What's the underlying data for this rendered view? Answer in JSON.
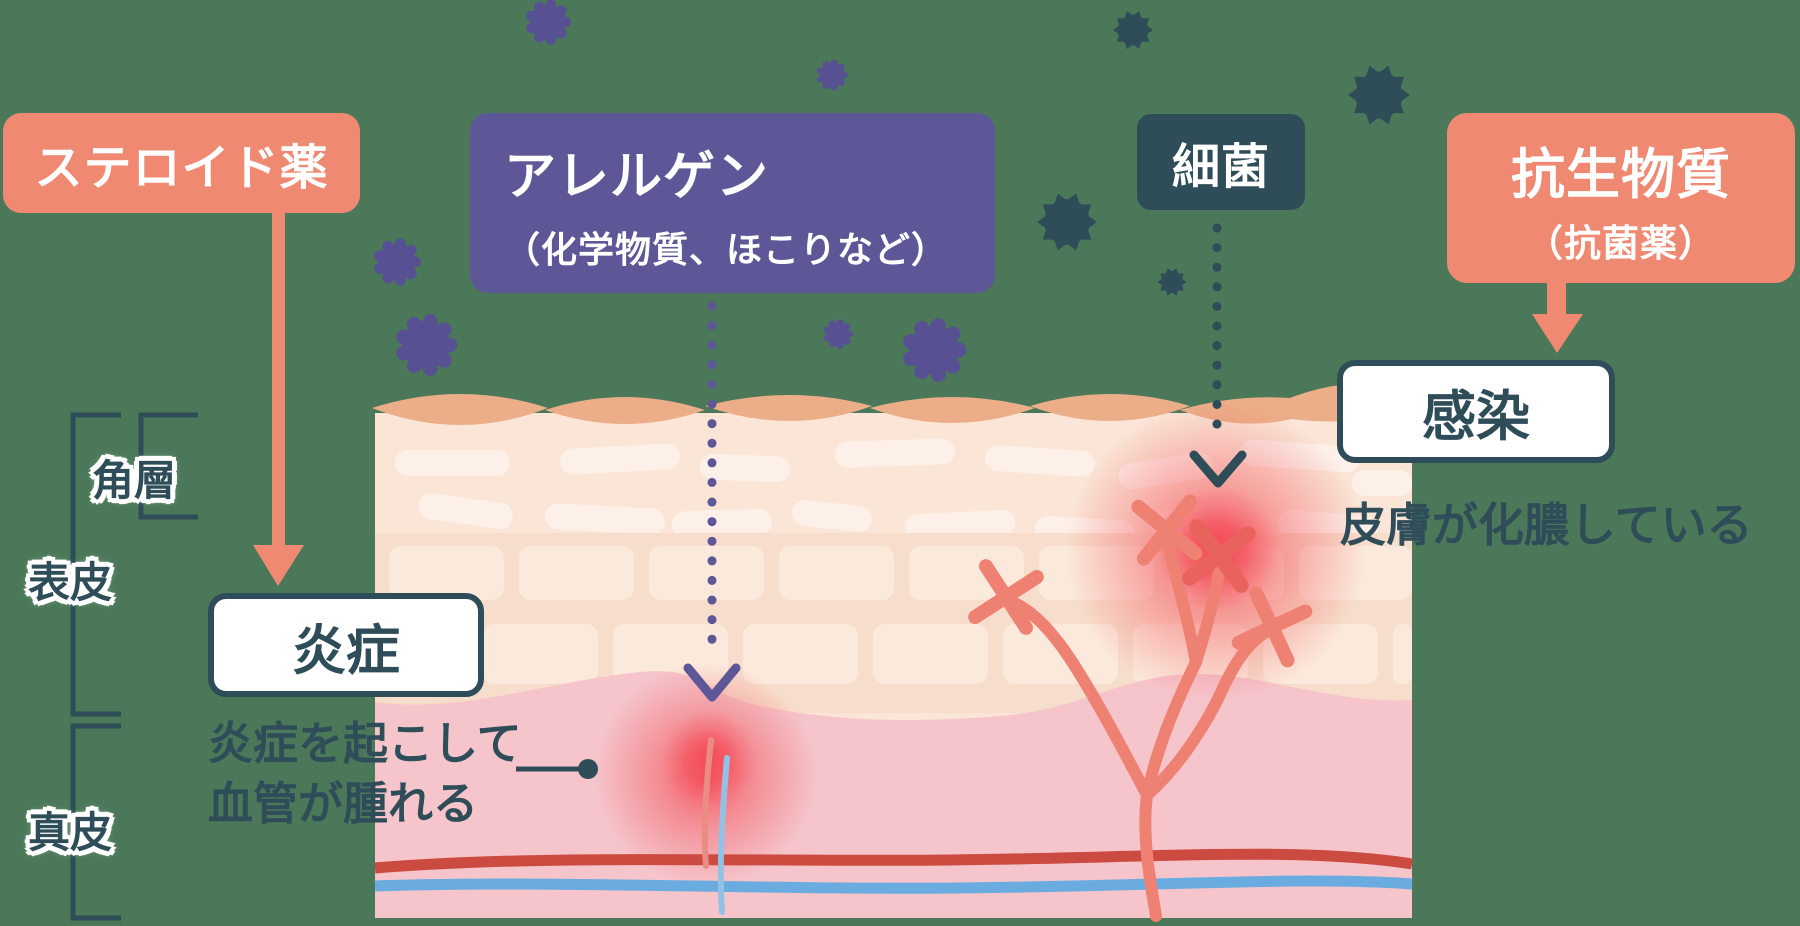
{
  "boxes": {
    "steroid": {
      "label": "ステロイド薬"
    },
    "allergen": {
      "title": "アレルゲン",
      "subtitle": "（化学物質、ほこりなど）"
    },
    "bacteria": {
      "label": "細菌"
    },
    "antibiotic": {
      "title": "抗生物質",
      "subtitle": "（抗菌薬）"
    },
    "inflammation": {
      "label": "炎症"
    },
    "infection": {
      "label": "感染"
    }
  },
  "notes": {
    "inflammation_line1": "炎症を起こして",
    "inflammation_line2": "血管が腫れる",
    "infection_note": "皮膚が化膿している"
  },
  "skin_layers": {
    "stratum_corneum": "角層",
    "epidermis": "表皮",
    "dermis": "真皮"
  },
  "icons": {
    "allergen_particle": "scalloped-circle",
    "bacteria_particle": "spiky-circle",
    "blocked_vessel": "x-mark",
    "solid_arrow": "down-arrow",
    "dotted_arrow": "dotted-down-arrow",
    "pointer": "line-with-dot"
  },
  "colors": {
    "background": "#4A7858",
    "salmon": "#EF8971",
    "purple": "#5D5797",
    "teal": "#2E4D58",
    "white_box": "#FFFFFF",
    "skin_surface": "#FAE5D6",
    "skin_flake": "#EBAE88",
    "brick_zone": "#F7DECC",
    "brick": "#FBE9DB",
    "corneum_pill": "#FDF2EA",
    "dermis": "#F5C5CB",
    "artery": "#CC4B41",
    "vein": "#6BACE0",
    "vessel": "#EF8173",
    "glow": "#F3505A"
  }
}
